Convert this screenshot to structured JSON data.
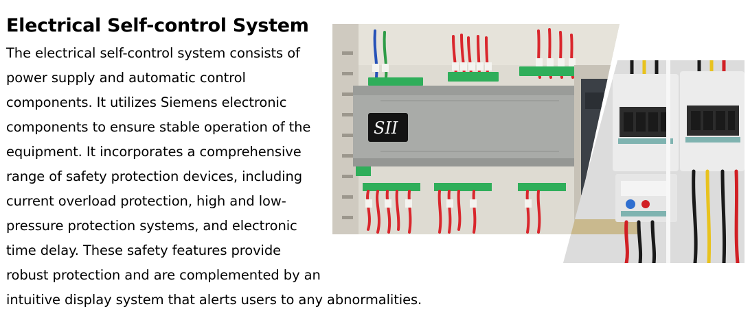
{
  "article": {
    "title": "Electrical Self-control System",
    "lines": [
      "The electrical self-control system consists of",
      "power supply and automatic control",
      "components. It utilizes Siemens electronic",
      "components to ensure stable operation of the",
      "equipment. It incorporates a comprehensive",
      "range of safety protection devices, including",
      "current overload protection, high and low-",
      "pressure protection systems, and electronic",
      "time delay. These safety features provide",
      "robust protection and are complemented by an",
      "intuitive display system that alerts users to any abnormalities."
    ]
  },
  "images": {
    "plc_photo": {
      "logo_text": "SII",
      "colors": {
        "panel": "#dedbd2",
        "controller": "#a9aba8",
        "terminal": "#2fae5a",
        "wire_red": "#d9262c",
        "wire_blue": "#2652b8",
        "wire_green": "#2e9c47"
      }
    },
    "contactor_photo": {
      "colors": {
        "housing": "#ececec",
        "label_strip": "#7fb3b0",
        "wire_black": "#1a1a1a",
        "wire_yellow": "#e8c21d",
        "wire_red": "#d11f24"
      }
    }
  }
}
